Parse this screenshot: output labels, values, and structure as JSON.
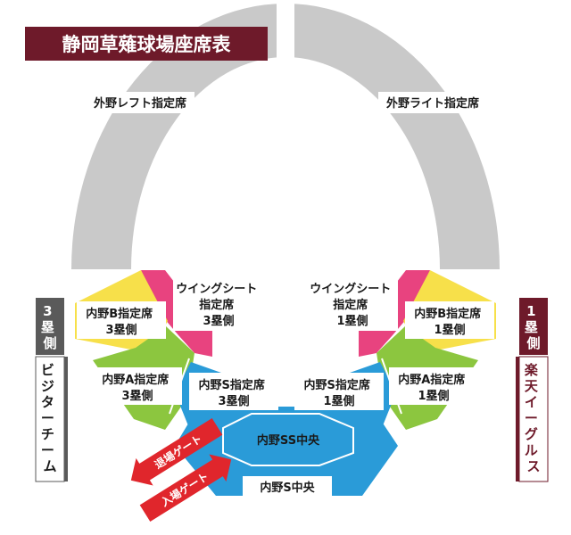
{
  "title": "静岡草薙球場座席表",
  "colors": {
    "title_bg": "#6e1a2a",
    "outfield": "#c9c9c9",
    "pink": "#e8437f",
    "yellow": "#f7e04a",
    "green": "#8cc63f",
    "blue": "#2a9bd8",
    "gate_red": "#e0262c"
  },
  "sections": {
    "outfield_left": "外野レフト指定席",
    "outfield_right": "外野ライト指定席",
    "wing_3b": [
      "ウイングシート",
      "指定席",
      "3塁側"
    ],
    "wing_1b": [
      "ウイングシート",
      "指定席",
      "1塁側"
    ],
    "infield_b_3b": [
      "内野B指定席",
      "3塁側"
    ],
    "infield_b_1b": [
      "内野B指定席",
      "1塁側"
    ],
    "infield_a_3b": [
      "内野A指定席",
      "3塁側"
    ],
    "infield_a_1b": [
      "内野A指定席",
      "1塁側"
    ],
    "infield_s_3b": [
      "内野S指定席",
      "3塁側"
    ],
    "infield_s_1b": [
      "内野S指定席",
      "1塁側"
    ],
    "infield_ss_center": "内野SS中央",
    "infield_s_center": "内野S中央"
  },
  "side_left": {
    "base": [
      "3",
      "塁",
      "側"
    ],
    "team": [
      "ビ",
      "ジ",
      "タ",
      "ー",
      "チ",
      "ー",
      "ム"
    ]
  },
  "side_right": {
    "base": [
      "1",
      "塁",
      "側"
    ],
    "team": [
      "楽",
      "天",
      "イ",
      "ー",
      "グ",
      "ル",
      "ス"
    ]
  },
  "gates": {
    "exit": "退場ゲート",
    "entry": "入場ゲート"
  }
}
